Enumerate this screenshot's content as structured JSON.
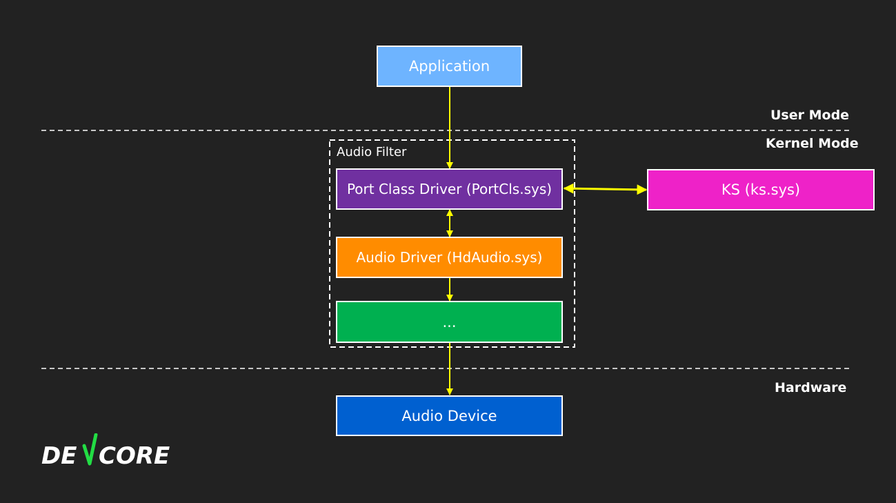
{
  "colors": {
    "background": "#222222",
    "arrow": "#ffff00",
    "divider": "#ffffff",
    "application": "#6eb4ff",
    "portcls": "#7030a0",
    "ks": "#ee22c8",
    "audio_driver": "#ff8c00",
    "unnamed_driver": "#00b050",
    "audio_device": "#0060d0",
    "logo_check": "#22dd44"
  },
  "zones": {
    "user_mode": "User Mode",
    "kernel_mode": "Kernel Mode",
    "hardware": "Hardware"
  },
  "filter": {
    "label": "Audio Filter"
  },
  "nodes": {
    "application": "Application",
    "portcls": "Port Class Driver (PortCls.sys)",
    "ks": "KS (ks.sys)",
    "audio_driver": "Audio Driver (HdAudio.sys)",
    "unnamed_driver": "...",
    "audio_device": "Audio Device"
  },
  "edges": [
    {
      "from": "application",
      "to": "portcls",
      "direction": "forward"
    },
    {
      "from": "portcls",
      "to": "ks",
      "direction": "both"
    },
    {
      "from": "portcls",
      "to": "audio_driver",
      "direction": "both"
    },
    {
      "from": "audio_driver",
      "to": "unnamed_driver",
      "direction": "forward"
    },
    {
      "from": "unnamed_driver",
      "to": "audio_device",
      "direction": "forward"
    }
  ],
  "logo": {
    "text_before": "DE",
    "text_after": "CORE"
  }
}
